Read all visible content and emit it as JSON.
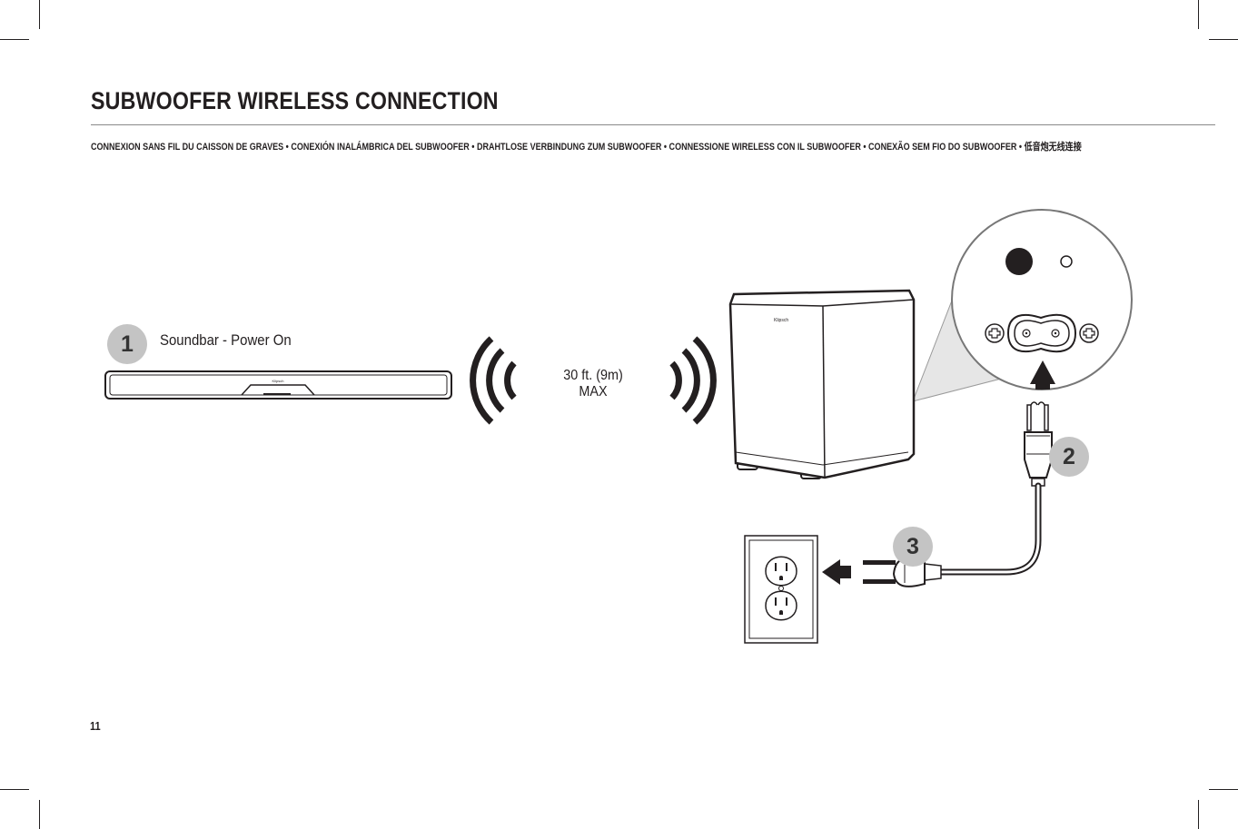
{
  "header": {
    "title": "SUBWOOFER WIRELESS CONNECTION",
    "subtitle": "CONNEXION SANS FIL DU CAISSON DE GRAVES • CONEXIÓN INALÁMBRICA DEL SUBWOOFER • DRAHTLOSE VERBINDUNG ZUM SUBWOOFER • CONNESSIONE WIRELESS CON IL SUBWOOFER • CONEXÃO SEM FIO DO SUBWOOFER • 低音炮无线连接"
  },
  "steps": [
    {
      "number": "1",
      "label": "Soundbar - Power On"
    },
    {
      "number": "2"
    },
    {
      "number": "3"
    }
  ],
  "distance": {
    "line1": "30 ft. (9m)",
    "line2": "MAX"
  },
  "brand": {
    "logo_text": "Klipsch"
  },
  "footer": {
    "page_number": "11"
  },
  "colors": {
    "ink": "#231f20",
    "badge": "#c4c4c4",
    "callout_fill": "#e6e6e6"
  },
  "icons": [
    "soundbar-icon",
    "wireless-signal-icon",
    "subwoofer-icon",
    "power-inlet-icon",
    "power-cord-icon",
    "wall-outlet-icon",
    "arrow-up-icon",
    "arrow-left-icon"
  ]
}
